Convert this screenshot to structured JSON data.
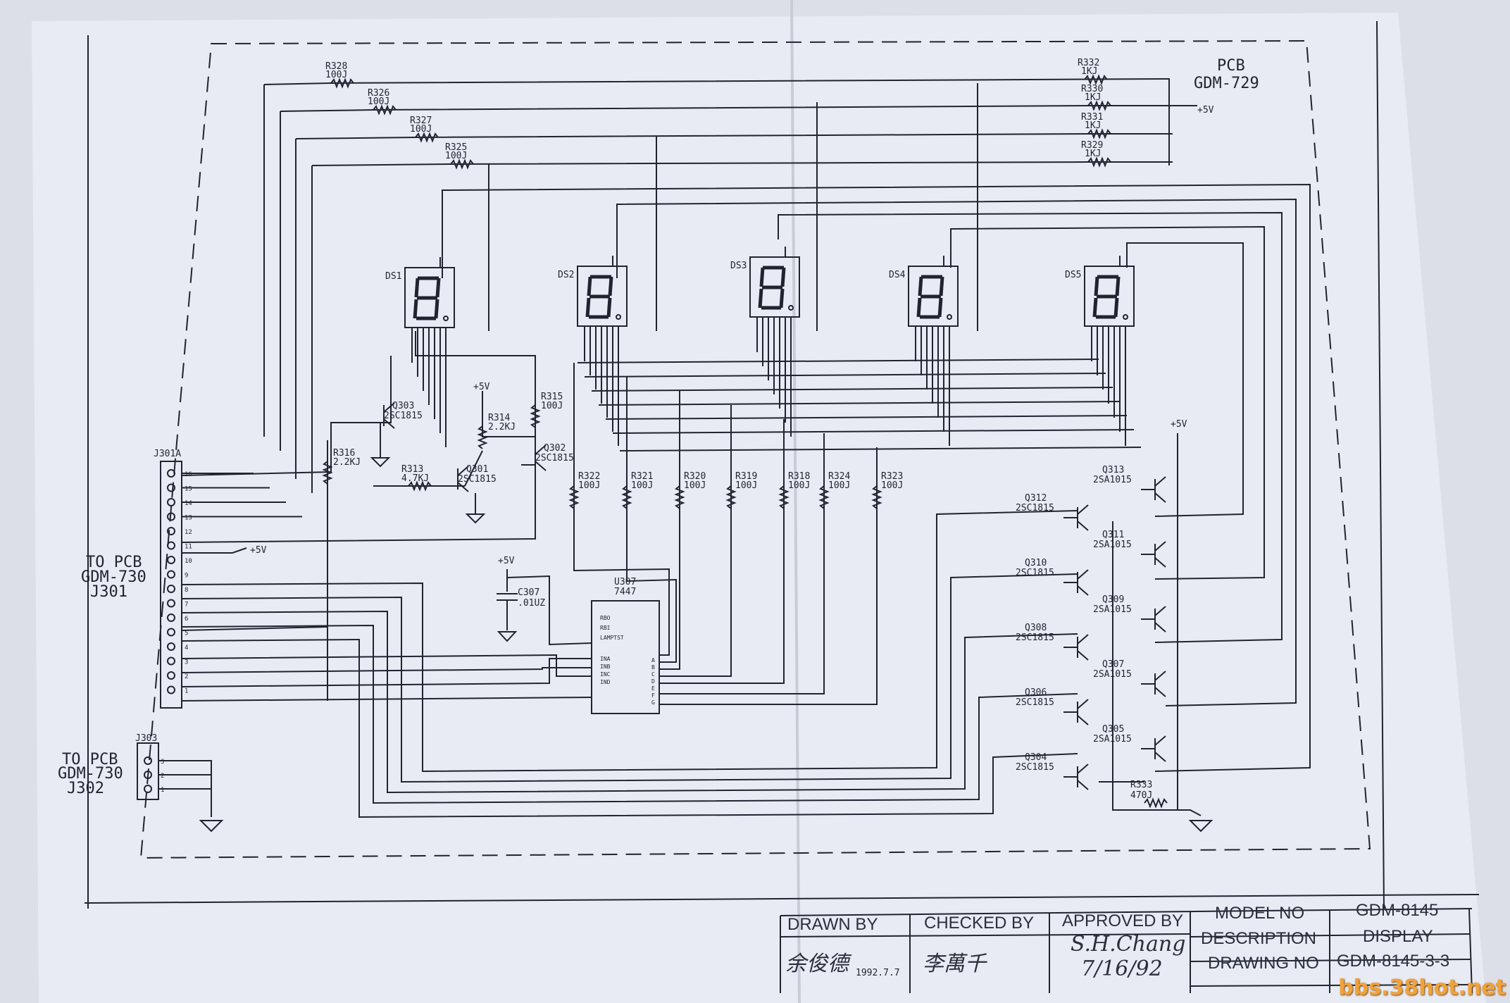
{
  "board": {
    "pcb_label": "PCB",
    "pcb_name": "GDM-729"
  },
  "displays": [
    "DS1",
    "DS2",
    "DS3",
    "DS4",
    "DS5"
  ],
  "top_resistors": [
    {
      "ref": "R328",
      "val": "100J"
    },
    {
      "ref": "R326",
      "val": "100J"
    },
    {
      "ref": "R327",
      "val": "100J"
    },
    {
      "ref": "R325",
      "val": "100J"
    }
  ],
  "right_resistors": [
    {
      "ref": "R332",
      "val": "1KJ"
    },
    {
      "ref": "R330",
      "val": "1KJ"
    },
    {
      "ref": "R331",
      "val": "1KJ"
    },
    {
      "ref": "R329",
      "val": "1KJ"
    }
  ],
  "supply": "+5V",
  "left_transistors": [
    {
      "ref": "Q303",
      "part": "2SC1815"
    },
    {
      "ref": "Q302",
      "part": "2SC1815"
    },
    {
      "ref": "Q301",
      "part": "2SC1815"
    }
  ],
  "left_resistors": [
    {
      "ref": "R315",
      "val": "100J"
    },
    {
      "ref": "R314",
      "val": "2.2KJ"
    },
    {
      "ref": "R316",
      "val": "2.2KJ"
    },
    {
      "ref": "R313",
      "val": "4.7KJ"
    }
  ],
  "segment_resistors": [
    {
      "ref": "R322",
      "val": "100J"
    },
    {
      "ref": "R321",
      "val": "100J"
    },
    {
      "ref": "R320",
      "val": "100J"
    },
    {
      "ref": "R319",
      "val": "100J"
    },
    {
      "ref": "R318",
      "val": "100J"
    },
    {
      "ref": "R324",
      "val": "100J"
    },
    {
      "ref": "R323",
      "val": "100J"
    }
  ],
  "connector_j301": {
    "ref": "J301A",
    "to": [
      "TO PCB",
      "GDM-730",
      "J301"
    ],
    "pins": [
      "16",
      "15",
      "14",
      "13",
      "12",
      "11",
      "10",
      "9",
      "8",
      "7",
      "6",
      "5",
      "4",
      "3",
      "2",
      "1"
    ]
  },
  "connector_j303": {
    "ref": "J303",
    "to": [
      "TO PCB",
      "GDM-730",
      "J302"
    ],
    "pins": [
      "3",
      "2",
      "1"
    ]
  },
  "capacitor": {
    "ref": "C307",
    "val": ".01UZ"
  },
  "decoder": {
    "ref": "U307",
    "part": "7447",
    "inputs_top": [
      "RBO",
      "RBI",
      "LAMPTST"
    ],
    "inputs": [
      "INA",
      "INB",
      "INC",
      "IND"
    ],
    "outputs": [
      "A",
      "B",
      "C",
      "D",
      "E",
      "F",
      "G"
    ]
  },
  "right_transistors": [
    {
      "ref": "Q313",
      "part": "2SA1015"
    },
    {
      "ref": "Q312",
      "part": "2SC1815"
    },
    {
      "ref": "Q311",
      "part": "2SA1015"
    },
    {
      "ref": "Q310",
      "part": "2SC1815"
    },
    {
      "ref": "Q309",
      "part": "2SA1015"
    },
    {
      "ref": "Q308",
      "part": "2SC1815"
    },
    {
      "ref": "Q307",
      "part": "2SA1015"
    },
    {
      "ref": "Q306",
      "part": "2SC1815"
    },
    {
      "ref": "Q305",
      "part": "2SA1015"
    },
    {
      "ref": "Q304",
      "part": "2SC1815"
    }
  ],
  "r333": {
    "ref": "R333",
    "val": "470J"
  },
  "title_block": {
    "drawn_by": "DRAWN BY",
    "checked_by": "CHECKED BY",
    "approved_by": "APPROVED BY",
    "model_no_label": "MODEL NO",
    "model_no": "GDM-8145",
    "description_label": "DESCRIPTION",
    "description": "DISPLAY",
    "drawing_no_label": "DRAWING NO",
    "drawing_no": "GDM-8145-3-3",
    "drawn_sig": "余俊德",
    "drawn_date": "1992.7.7",
    "checked_sig": "李萬千",
    "approved_sig": "S.H.Chang",
    "approved_date": "7/16/92"
  },
  "watermark": "bbs.38hot.net"
}
